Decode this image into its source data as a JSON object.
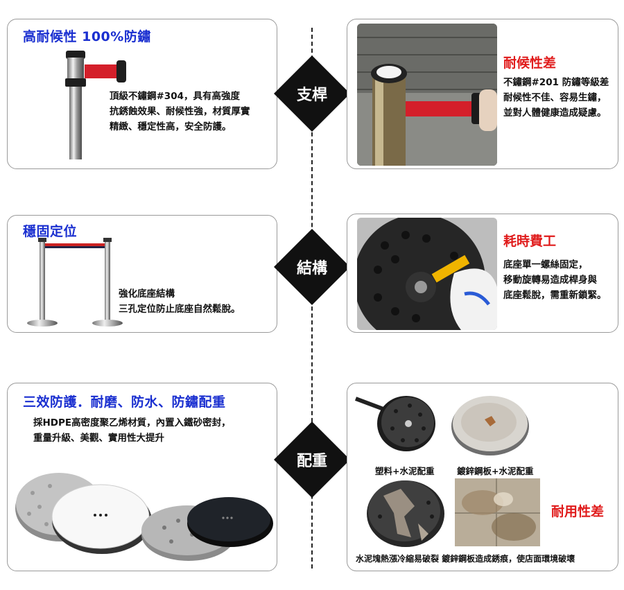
{
  "section1": {
    "left_title": "高耐候性 100%防鏽",
    "left_text": [
      "頂級不鏽鋼#304，具有高強度",
      "抗銹蝕效果、耐候性強，材質厚實",
      "精緻、穩定性高，安全防護。"
    ],
    "center_label": "支桿",
    "right_title": "耐候性差",
    "right_text": [
      "不鏽鋼#201 防鏽等級差",
      "耐候性不佳、容易生鏽，",
      "並對人體健康造成疑慮。"
    ]
  },
  "section2": {
    "left_title": "穩固定位",
    "left_text": [
      "強化底座結構",
      "三孔定位防止底座自然鬆脫。"
    ],
    "center_label": "結構",
    "right_title": "耗時費工",
    "right_text": [
      "底座單一螺絲固定，",
      "移動旋轉易造成桿身與",
      "底座鬆脫，需重新鎖緊。"
    ]
  },
  "section3": {
    "left_title": "三效防護．耐磨、防水、防鏽配重",
    "left_text": [
      "採HDPE高密度聚乙烯材質，內置入鐵砂密封，",
      "重量升級、美觀、實用性大提升"
    ],
    "center_label": "配重",
    "right_title": "耐用性差",
    "captions": {
      "plastic_cement": "塑料+水泥配重",
      "galv_cement": "鍍鋅鋼板+水泥配重",
      "bottom": "水泥塊熱漲冷縮易破裂  鍍鋅鋼板造成銹痕，使店面環境破壞"
    }
  },
  "colors": {
    "blue_title": "#1a2fd0",
    "red_title": "#e01b1b",
    "diamond": "#111111",
    "belt": "#d41f2a"
  }
}
